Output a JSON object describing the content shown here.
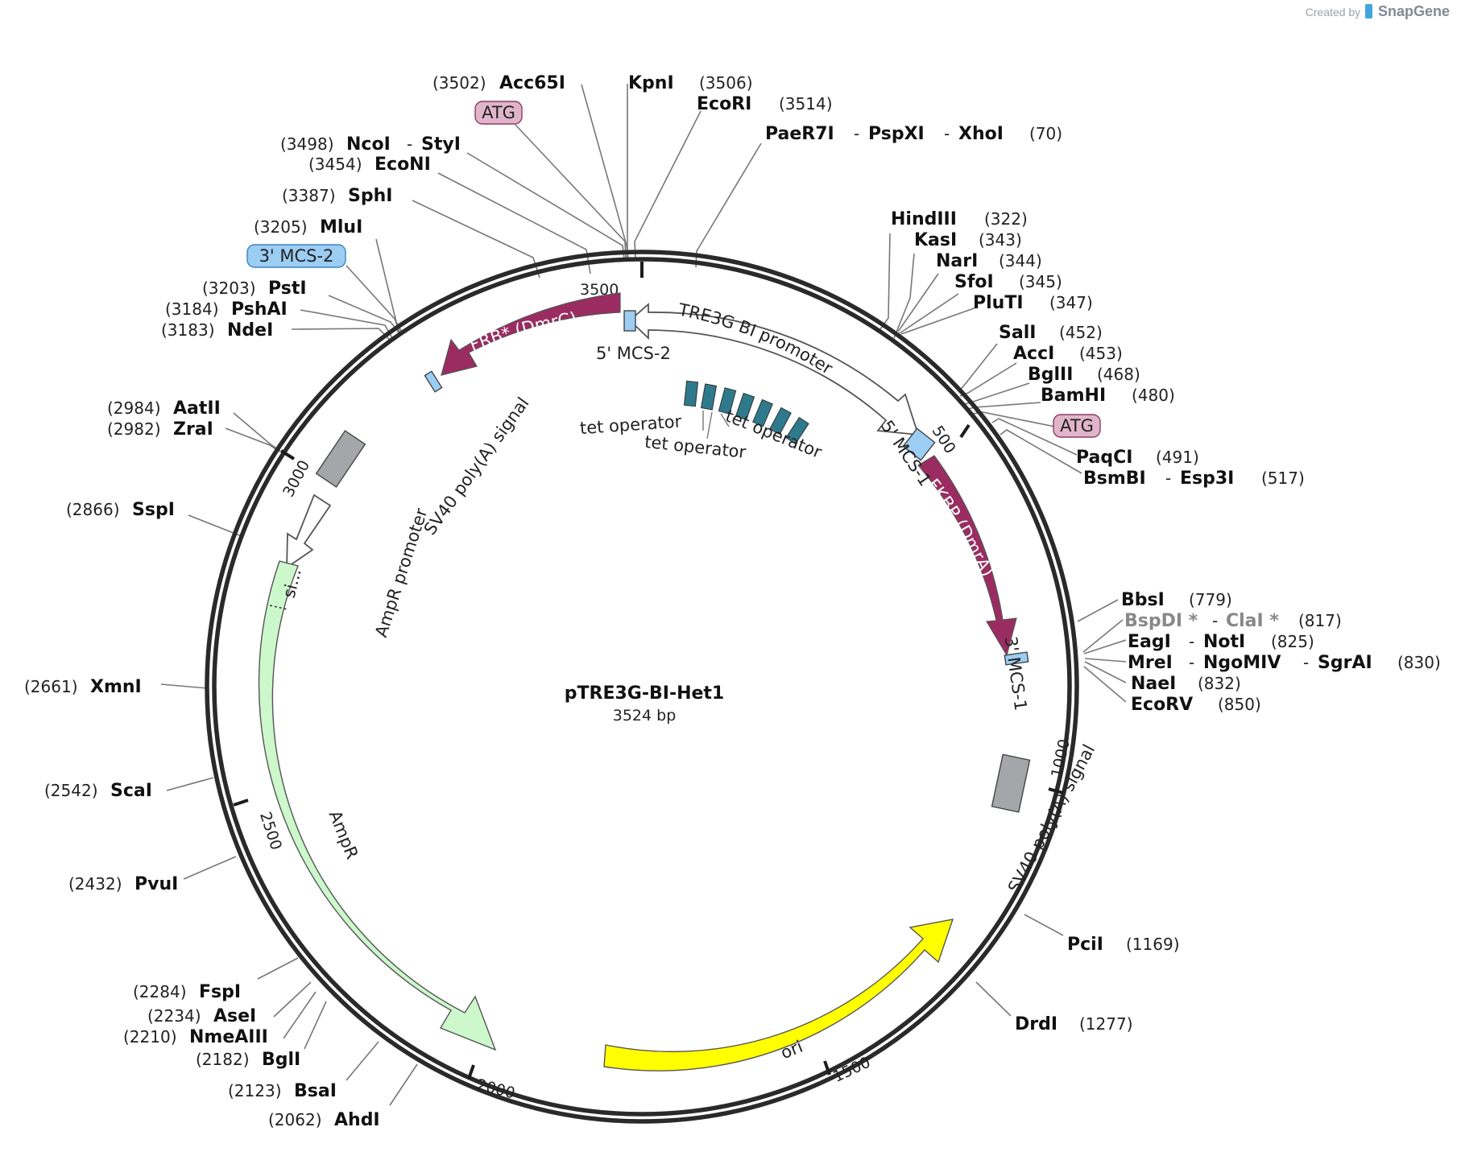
{
  "credit": {
    "created_by": "Created by",
    "brand": "SnapGene"
  },
  "plasmid": {
    "name": "pTRE3G-BI-Het1",
    "length_label": "3524 bp"
  },
  "ticks": [
    {
      "label": "3500",
      "pos": 3500
    },
    {
      "label": "500",
      "pos": 500
    },
    {
      "label": "1000",
      "pos": 1000
    },
    {
      "label": "1500",
      "pos": 1500
    },
    {
      "label": "2000",
      "pos": 2000
    },
    {
      "label": "2500",
      "pos": 2500
    },
    {
      "label": "3000",
      "pos": 3000
    }
  ],
  "features": {
    "frb_arrow": "FRB* (DmrC)",
    "fkbp_arrow": "FKBP (DmrA)",
    "mcs2_5": "5' MCS-2",
    "mcs2_3": "3' MCS-2",
    "mcs1_5": "5' MCS-1",
    "mcs1_3": "3' MCS-1",
    "tre_promoter": "TRE3G BI promoter",
    "tet_op_1": "tet operator",
    "tet_op_2": "tet operator",
    "tet_op_3": "tet operator",
    "sv40_top": "SV40 poly(A) signal",
    "sv40_bottom": "SV40 poly(A) signal",
    "ampr_promoter": "AmpR promoter",
    "ampr": "AmpR",
    "signal_seq": "si...",
    "ori": "ori",
    "atg": "ATG"
  },
  "colors": {
    "backbone": "#2a2a2a",
    "cds_magenta": "#9b2c62",
    "mcs_blue": "#9ccdf3",
    "tet_operator": "#2e7a8c",
    "polyA_gray": "#a4a6aa",
    "ampr_green": "#ccf8cc",
    "ori_yellow": "#ffff00",
    "atg_pink": "#e1b5c9"
  },
  "sites": [
    {
      "pos": "(3502)",
      "name": "Acc65I"
    },
    {
      "name": "KpnI",
      "pos": "(3506)"
    },
    {
      "name": "EcoRI",
      "pos": "(3514)"
    },
    {
      "names": [
        "PaeR7I",
        "PspXI",
        "XhoI"
      ],
      "pos": "(70)"
    },
    {
      "pos": "(3498)",
      "names": [
        "NcoI",
        "StyI"
      ]
    },
    {
      "pos": "(3454)",
      "name": "EcoNI"
    },
    {
      "pos": "(3387)",
      "name": "SphI"
    },
    {
      "pos": "(3205)",
      "name": "MluI"
    },
    {
      "pos": "(3203)",
      "name": "PstI"
    },
    {
      "pos": "(3184)",
      "name": "PshAI"
    },
    {
      "pos": "(3183)",
      "name": "NdeI"
    },
    {
      "pos": "(2984)",
      "name": "AatII"
    },
    {
      "pos": "(2982)",
      "name": "ZraI"
    },
    {
      "pos": "(2866)",
      "name": "SspI"
    },
    {
      "pos": "(2661)",
      "name": "XmnI"
    },
    {
      "pos": "(2542)",
      "name": "ScaI"
    },
    {
      "pos": "(2432)",
      "name": "PvuI"
    },
    {
      "pos": "(2284)",
      "name": "FspI"
    },
    {
      "pos": "(2234)",
      "name": "AseI"
    },
    {
      "pos": "(2210)",
      "name": "NmeAIII"
    },
    {
      "pos": "(2182)",
      "name": "BglI"
    },
    {
      "pos": "(2123)",
      "name": "BsaI"
    },
    {
      "pos": "(2062)",
      "name": "AhdI"
    },
    {
      "name": "HindIII",
      "pos": "(322)"
    },
    {
      "name": "KasI",
      "pos": "(343)"
    },
    {
      "name": "NarI",
      "pos": "(344)"
    },
    {
      "name": "SfoI",
      "pos": "(345)"
    },
    {
      "name": "PluTI",
      "pos": "(347)"
    },
    {
      "name": "SalI",
      "pos": "(452)"
    },
    {
      "name": "AccI",
      "pos": "(453)"
    },
    {
      "name": "BglII",
      "pos": "(468)"
    },
    {
      "name": "BamHI",
      "pos": "(480)"
    },
    {
      "name": "PaqCI",
      "pos": "(491)"
    },
    {
      "names": [
        "BsmBI",
        "Esp3I"
      ],
      "pos": "(517)"
    },
    {
      "name": "BbsI",
      "pos": "(779)"
    },
    {
      "names": [
        "BspDI *",
        "ClaI *"
      ],
      "pos": "(817)"
    },
    {
      "names": [
        "EagI",
        "NotI"
      ],
      "pos": "(825)"
    },
    {
      "names": [
        "MreI",
        "NgoMIV",
        "SgrAI"
      ],
      "pos": "(830)"
    },
    {
      "name": "NaeI",
      "pos": "(832)"
    },
    {
      "name": "EcoRV",
      "pos": "(850)"
    },
    {
      "name": "PciI",
      "pos": "(1169)"
    },
    {
      "name": "DrdI",
      "pos": "(1277)"
    }
  ],
  "separators": {
    "dash": "-"
  }
}
